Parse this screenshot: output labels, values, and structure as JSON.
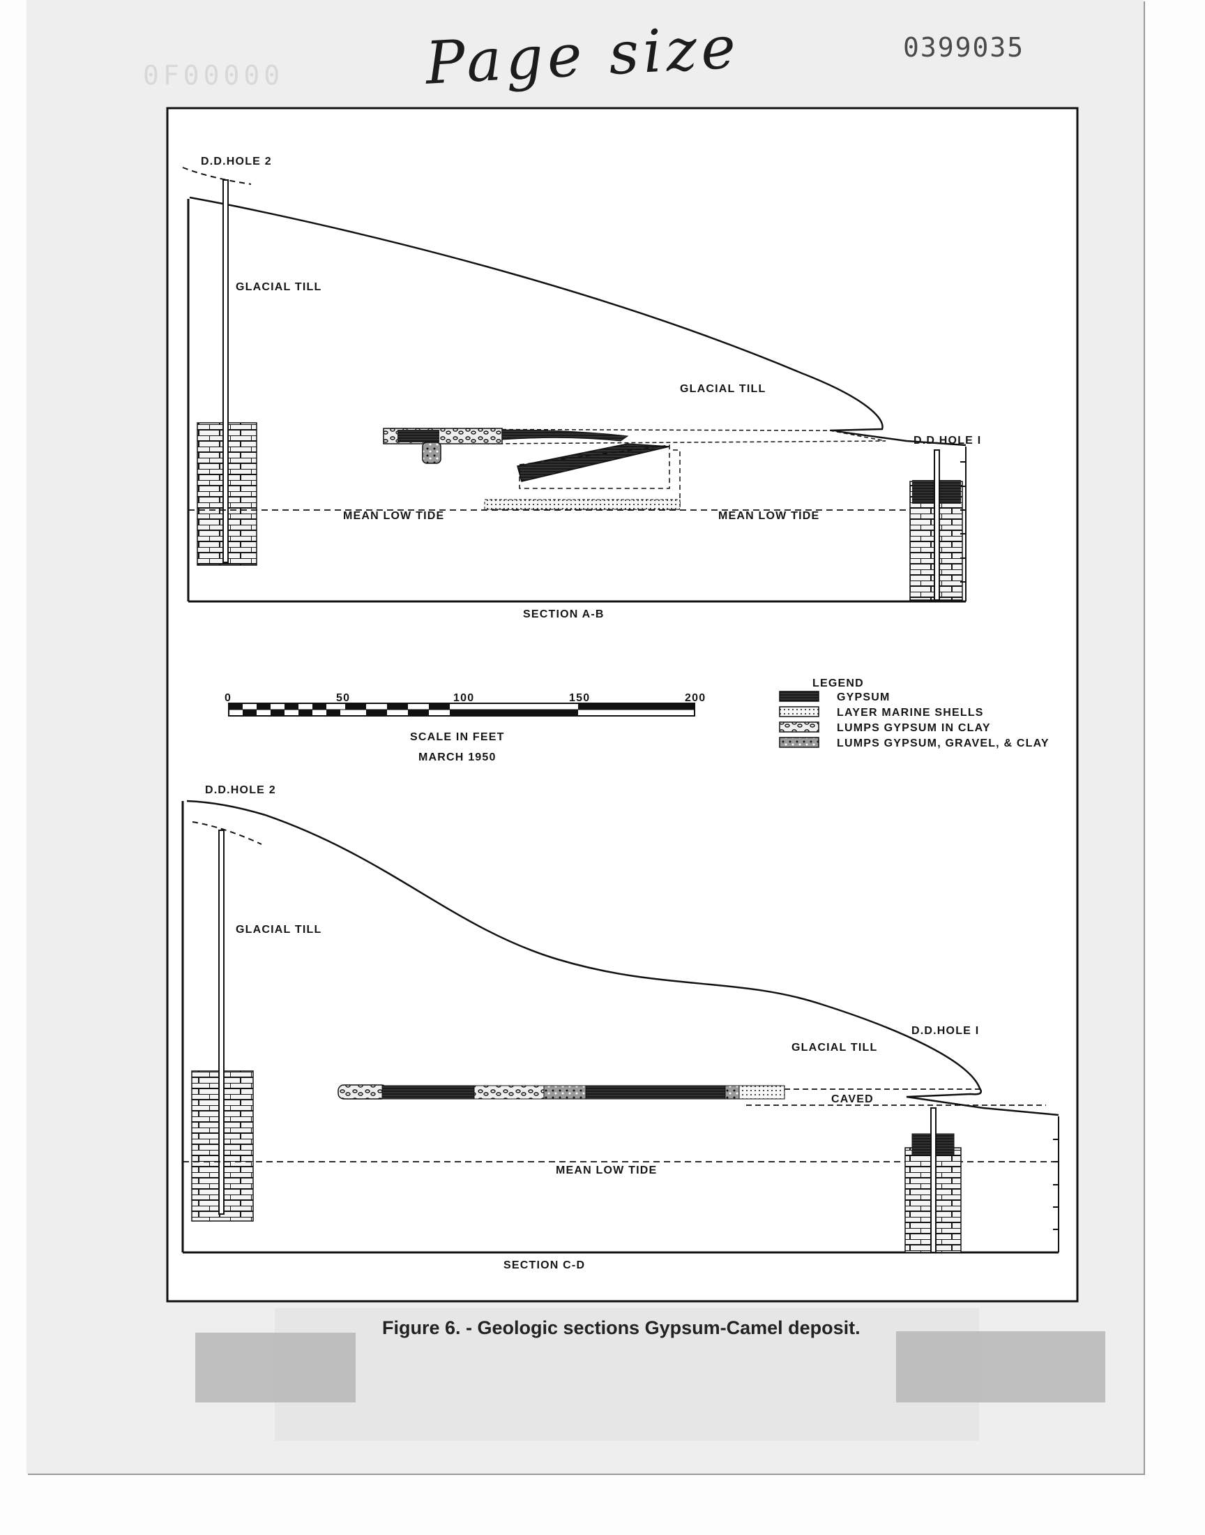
{
  "header": {
    "handwritten_note": "Page size",
    "page_number": "0399035",
    "faint_stamp": "0F00000"
  },
  "section_ab": {
    "title": "SECTION A-B",
    "hole_left": "D.D.HOLE 2",
    "hole_right": "D.D.HOLE I",
    "till_label_1": "GLACIAL TILL",
    "till_label_2": "GLACIAL TILL",
    "tide_label_1": "MEAN LOW TIDE",
    "tide_label_2": "MEAN LOW TIDE"
  },
  "scale": {
    "ticks": [
      "0",
      "50",
      "100",
      "150",
      "200"
    ],
    "label": "SCALE IN FEET",
    "date": "MARCH 1950"
  },
  "legend": {
    "title": "LEGEND",
    "items": [
      {
        "label": "GYPSUM",
        "pattern": "solid"
      },
      {
        "label": "LAYER MARINE SHELLS",
        "pattern": "dots"
      },
      {
        "label": "LUMPS GYPSUM IN CLAY",
        "pattern": "lumps"
      },
      {
        "label": "LUMPS GYPSUM, GRAVEL, & CLAY",
        "pattern": "gravel"
      }
    ]
  },
  "section_cd": {
    "title": "SECTION C-D",
    "hole_left": "D.D.HOLE 2",
    "hole_right": "D.D.HOLE I",
    "till_label_1": "GLACIAL TILL",
    "till_label_2": "GLACIAL TILL",
    "caved_label": "CAVED",
    "tide_label": "MEAN LOW TIDE"
  },
  "caption": "Figure 6. - Geologic sections Gypsum-Camel deposit."
}
